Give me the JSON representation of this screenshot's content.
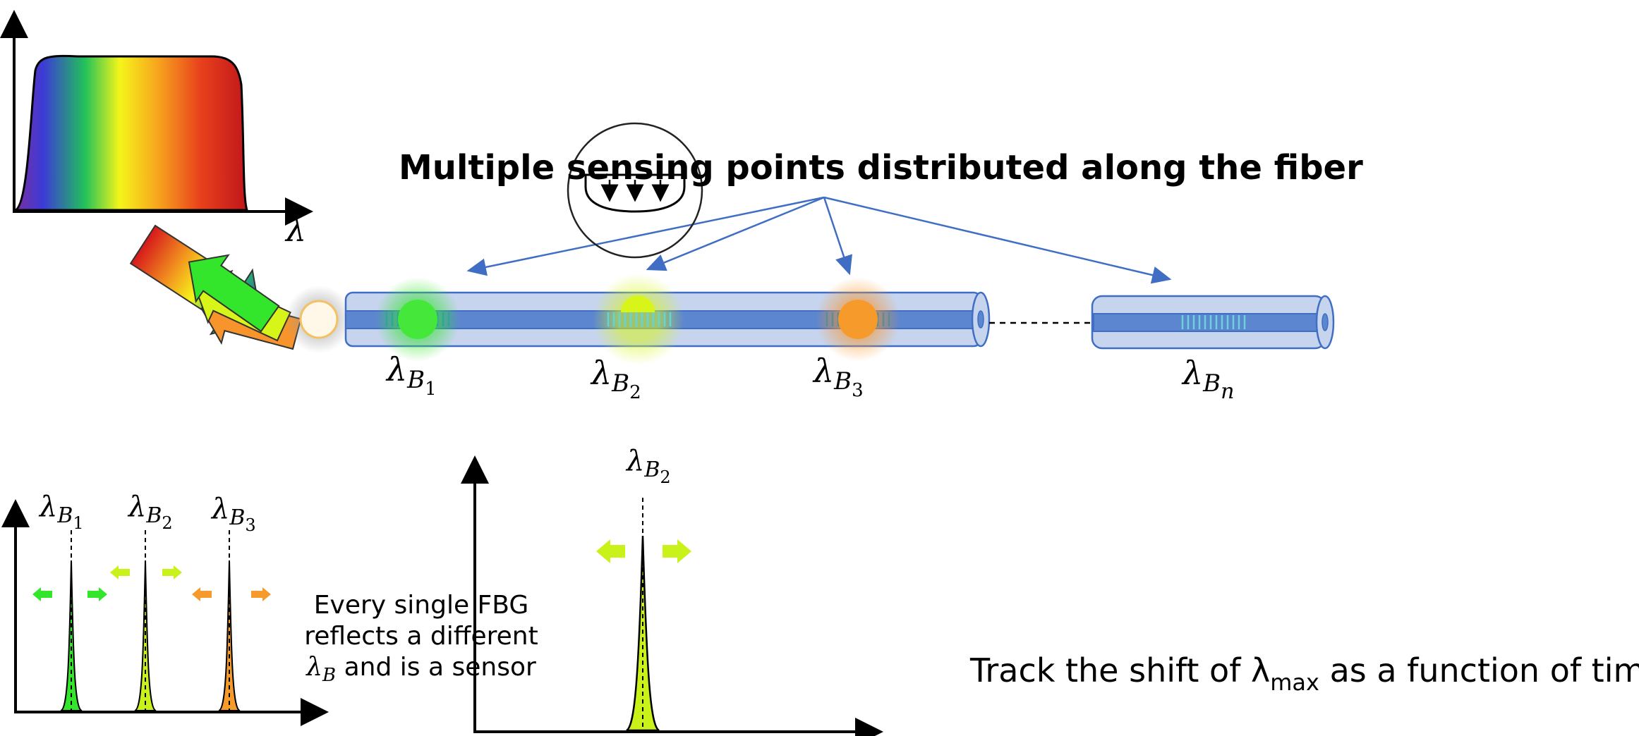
{
  "title": "Multiple sensing points distributed along the fiber",
  "source_spectrum": {
    "axis_label": "λ"
  },
  "grating_labels": [
    {
      "symbol": "λ",
      "sub": "B",
      "subsub": "1",
      "color": "#33e62b"
    },
    {
      "symbol": "λ",
      "sub": "B",
      "subsub": "2",
      "color": "#c9f21a"
    },
    {
      "symbol": "λ",
      "sub": "B",
      "subsub": "3",
      "color": "#f79a2c"
    },
    {
      "symbol": "λ",
      "sub": "B",
      "subsub": "n",
      "color": "#6bd3d8"
    }
  ],
  "reflected_spectrum": {
    "peaks": [
      {
        "label_sym": "λ",
        "label_sub": "B",
        "label_subsub": "1",
        "color": "#33e62b"
      },
      {
        "label_sym": "λ",
        "label_sub": "B",
        "label_subsub": "2",
        "color": "#c9f21a"
      },
      {
        "label_sym": "λ",
        "label_sub": "B",
        "label_subsub": "3",
        "color": "#f79a2c"
      }
    ]
  },
  "caption": {
    "line1": "Every single FBG",
    "line2": "reflects a different",
    "line3_sym": "λ",
    "line3_sub": "B",
    "line3_rest": " and is a sensor"
  },
  "zoom_peak": {
    "label_sym": "λ",
    "label_sub": "B",
    "label_subsub": "2",
    "color": "#c9f21a"
  },
  "track_text": {
    "before": "Track the shift of λ",
    "sub": "max",
    "after": " as a function of time"
  }
}
